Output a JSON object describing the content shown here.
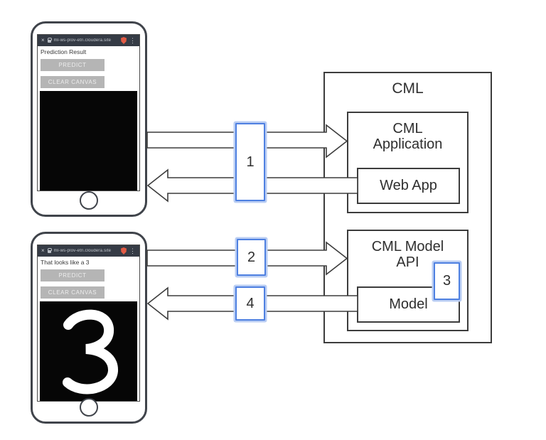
{
  "diagram": {
    "cml": {
      "title": "CML",
      "application": {
        "title": "CML\nApplication",
        "web_app_label": "Web App"
      },
      "model_api": {
        "title": "CML Model\nAPI",
        "model_label": "Model",
        "badge": "3"
      }
    },
    "badges": {
      "step1": "1",
      "step2": "2",
      "step4": "4"
    }
  },
  "phone1": {
    "browser": {
      "close_glyph": "×",
      "url": "ml-ws-plov-etri.cloudera.site",
      "menu_glyph": "⋮"
    },
    "status_text": "Prediction Result",
    "predict_label": "PREDICT",
    "clear_label": "CLEAR CANVAS"
  },
  "phone2": {
    "browser": {
      "close_glyph": "×",
      "url": "ml-ws-plov-etri.cloudera.site",
      "menu_glyph": "⋮"
    },
    "status_text": "That looks like a 3",
    "predict_label": "PREDICT",
    "clear_label": "CLEAR CANVAS",
    "canvas_digit": "3"
  },
  "colors": {
    "accent_blue": "#4e80e1",
    "accent_blue_halo": "#b9cdf3",
    "line_dark": "#3c3c3c",
    "browser_bar": "#353b45",
    "button_gray": "#b5b5b5",
    "shield_orange": "#e25b45",
    "canvas_black": "#060606"
  }
}
